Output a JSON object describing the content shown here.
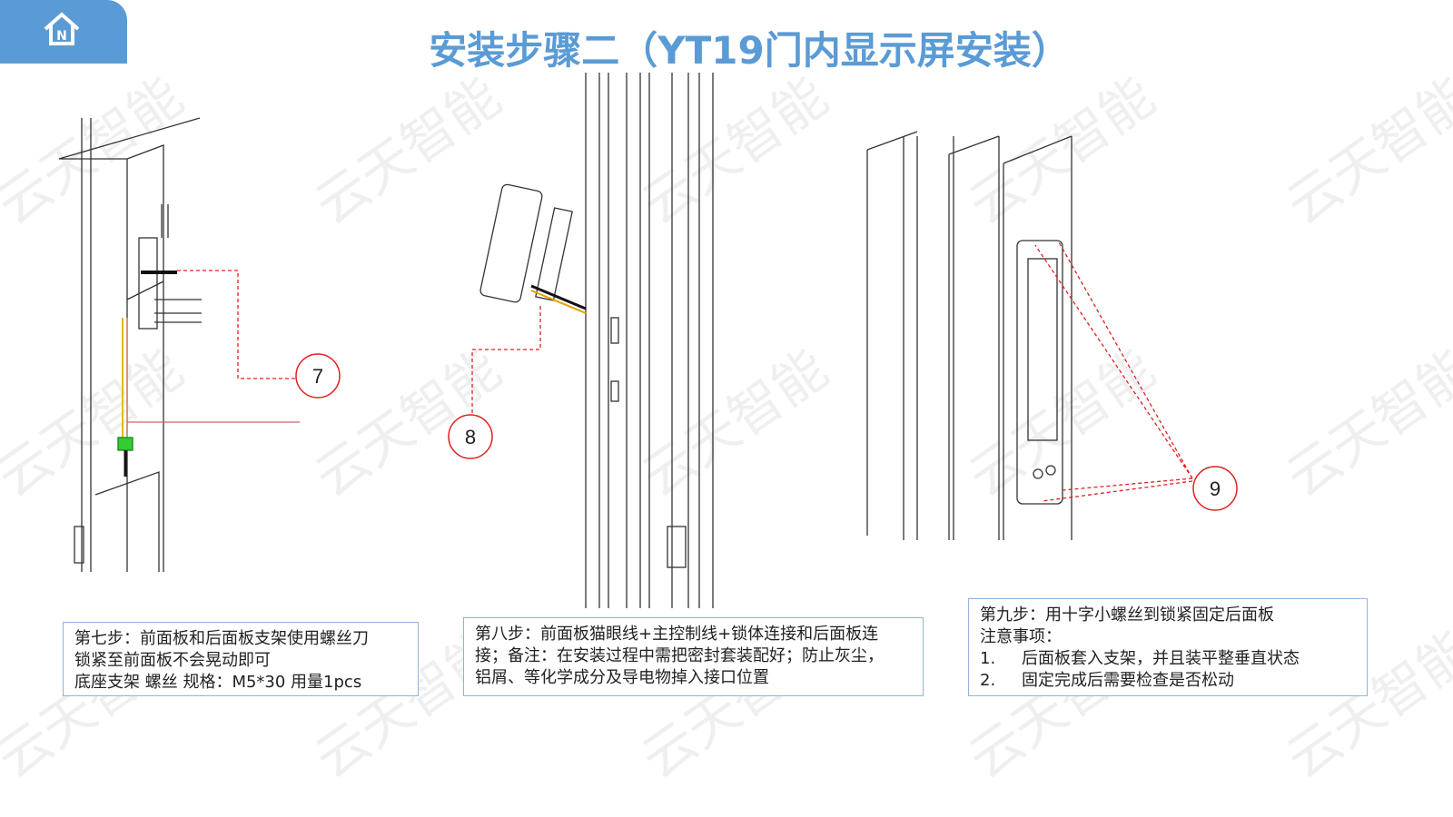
{
  "header": {
    "title": "安装步骤二（YT19门内显示屏安装）",
    "home_icon": "home-icon"
  },
  "watermark": "云天智能",
  "callouts": [
    "7",
    "8",
    "9"
  ],
  "step7": {
    "lines": [
      "第七步：前面板和后面板支架使用螺丝刀",
      "锁紧至前面板不会晃动即可",
      "底座支架 螺丝 规格：M5*30 用量1pcs"
    ]
  },
  "step8": {
    "lines": [
      "第八步：前面板猫眼线+主控制线+锁体连接和后面板连",
      "接；备注：在安装过程中需把密封套装配好；防止灰尘，",
      "铝屑、等化学成分及导电物掉入接口位置"
    ]
  },
  "step9": {
    "line1": "第九步：用十字小螺丝到锁紧固定后面板",
    "line2": "注意事项：",
    "items": [
      {
        "n": "1.",
        "t": "后面板套入支架，并且装平整垂直状态"
      },
      {
        "n": "2.",
        "t": "固定完成后需要检查是否松动"
      }
    ]
  },
  "colors": {
    "accent": "#5b9bd5",
    "callout": "#e02020"
  }
}
